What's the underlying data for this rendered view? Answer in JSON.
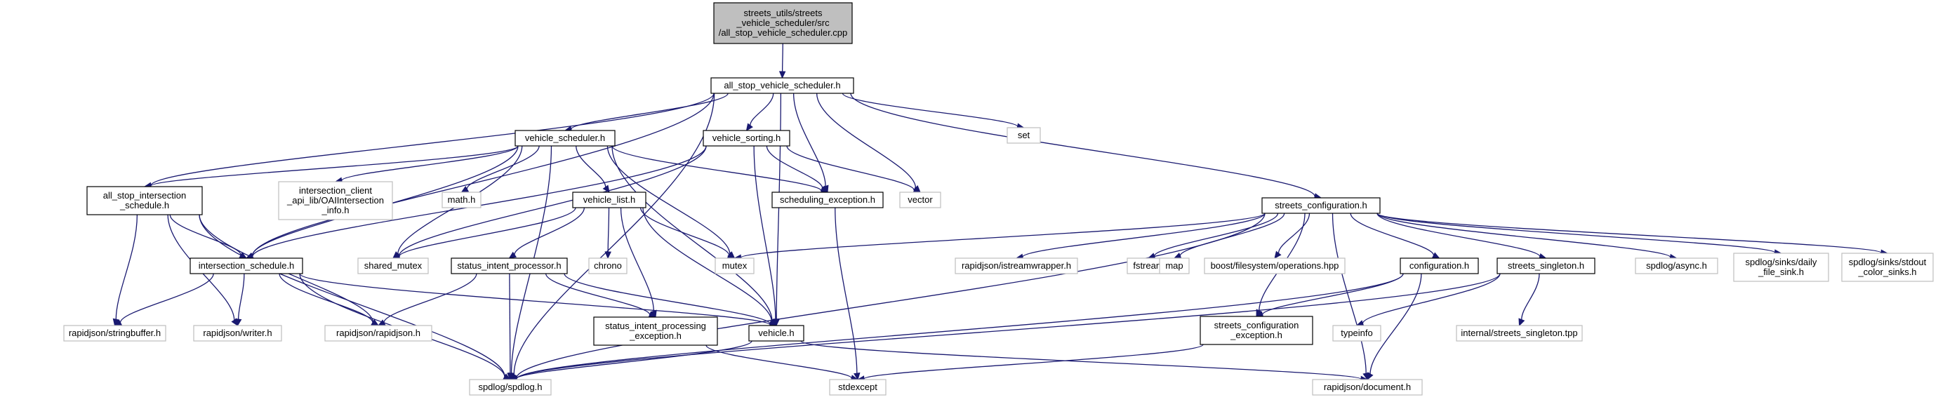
{
  "colors": {
    "edge": "#191970",
    "root_fill": "#bfbfbf",
    "local_border": "#000000",
    "external_border": "#bfbfbf"
  },
  "nodes": [
    {
      "id": "root",
      "kind": "root",
      "lines": [
        "streets_utils/streets",
        "_vehicle_scheduler/src",
        "/all_stop_vehicle_scheduler.cpp"
      ]
    },
    {
      "id": "asvs_h",
      "kind": "local",
      "lines": [
        "all_stop_vehicle_scheduler.h"
      ]
    },
    {
      "id": "set",
      "kind": "external",
      "lines": [
        "set"
      ]
    },
    {
      "id": "vehicle_scheduler_h",
      "kind": "local",
      "lines": [
        "vehicle_scheduler.h"
      ]
    },
    {
      "id": "vehicle_sorting_h",
      "kind": "local",
      "lines": [
        "vehicle_sorting.h"
      ]
    },
    {
      "id": "asis_h",
      "kind": "local",
      "lines": [
        "all_stop_intersection",
        "_schedule.h"
      ]
    },
    {
      "id": "oai",
      "kind": "external",
      "lines": [
        "intersection_client",
        "_api_lib/OAIIntersection",
        "_info.h"
      ]
    },
    {
      "id": "math",
      "kind": "external",
      "lines": [
        "math.h"
      ]
    },
    {
      "id": "vehicle_list_h",
      "kind": "local",
      "lines": [
        "vehicle_list.h"
      ]
    },
    {
      "id": "sched_exc_h",
      "kind": "local",
      "lines": [
        "scheduling_exception.h"
      ]
    },
    {
      "id": "vector",
      "kind": "external",
      "lines": [
        "vector"
      ]
    },
    {
      "id": "streets_config_h",
      "kind": "local",
      "lines": [
        "streets_configuration.h"
      ]
    },
    {
      "id": "is_h",
      "kind": "local",
      "lines": [
        "intersection_schedule.h"
      ]
    },
    {
      "id": "shared_mutex",
      "kind": "external",
      "lines": [
        "shared_mutex"
      ]
    },
    {
      "id": "sip_h",
      "kind": "local",
      "lines": [
        "status_intent_processor.h"
      ]
    },
    {
      "id": "chrono",
      "kind": "external",
      "lines": [
        "chrono"
      ]
    },
    {
      "id": "mutex",
      "kind": "external",
      "lines": [
        "mutex"
      ]
    },
    {
      "id": "istream",
      "kind": "external",
      "lines": [
        "rapidjson/istreamwrapper.h"
      ]
    },
    {
      "id": "fstream",
      "kind": "external",
      "lines": [
        "fstream"
      ]
    },
    {
      "id": "map",
      "kind": "external",
      "lines": [
        "map"
      ]
    },
    {
      "id": "boostfs",
      "kind": "external",
      "lines": [
        "boost/filesystem/operations.hpp"
      ]
    },
    {
      "id": "config_h",
      "kind": "local",
      "lines": [
        "configuration.h"
      ]
    },
    {
      "id": "singleton_h",
      "kind": "local",
      "lines": [
        "streets_singleton.h"
      ]
    },
    {
      "id": "async",
      "kind": "external",
      "lines": [
        "spdlog/async.h"
      ]
    },
    {
      "id": "daily",
      "kind": "external",
      "lines": [
        "spdlog/sinks/daily",
        "_file_sink.h"
      ]
    },
    {
      "id": "stdout",
      "kind": "external",
      "lines": [
        "spdlog/sinks/stdout",
        "_color_sinks.h"
      ]
    },
    {
      "id": "strbuf",
      "kind": "external",
      "lines": [
        "rapidjson/stringbuffer.h"
      ]
    },
    {
      "id": "writer",
      "kind": "external",
      "lines": [
        "rapidjson/writer.h"
      ]
    },
    {
      "id": "rj",
      "kind": "external",
      "lines": [
        "rapidjson/rapidjson.h"
      ]
    },
    {
      "id": "sipe_h",
      "kind": "local",
      "lines": [
        "status_intent_processing",
        "_exception.h"
      ]
    },
    {
      "id": "vehicle_h",
      "kind": "local",
      "lines": [
        "vehicle.h"
      ]
    },
    {
      "id": "sce_h",
      "kind": "local",
      "lines": [
        "streets_configuration",
        "_exception.h"
      ]
    },
    {
      "id": "typeinfo",
      "kind": "external",
      "lines": [
        "typeinfo"
      ]
    },
    {
      "id": "singleton_tpp",
      "kind": "external",
      "lines": [
        "internal/streets_singleton.tpp"
      ]
    },
    {
      "id": "spdlog",
      "kind": "external",
      "lines": [
        "spdlog/spdlog.h"
      ]
    },
    {
      "id": "stdexcept",
      "kind": "external",
      "lines": [
        "stdexcept"
      ]
    },
    {
      "id": "document",
      "kind": "external",
      "lines": [
        "rapidjson/document.h"
      ]
    }
  ],
  "edges": [
    [
      "root",
      "asvs_h"
    ],
    [
      "asvs_h",
      "set"
    ],
    [
      "asvs_h",
      "vehicle_scheduler_h"
    ],
    [
      "asvs_h",
      "vehicle_sorting_h"
    ],
    [
      "asvs_h",
      "asis_h"
    ],
    [
      "asvs_h",
      "is_h"
    ],
    [
      "asvs_h",
      "sched_exc_h"
    ],
    [
      "asvs_h",
      "vector"
    ],
    [
      "asvs_h",
      "streets_config_h"
    ],
    [
      "asvs_h",
      "vehicle_h"
    ],
    [
      "asvs_h",
      "spdlog"
    ],
    [
      "vehicle_scheduler_h",
      "asis_h"
    ],
    [
      "vehicle_scheduler_h",
      "oai"
    ],
    [
      "vehicle_scheduler_h",
      "math"
    ],
    [
      "vehicle_scheduler_h",
      "vehicle_list_h"
    ],
    [
      "vehicle_scheduler_h",
      "sched_exc_h"
    ],
    [
      "vehicle_scheduler_h",
      "is_h"
    ],
    [
      "vehicle_scheduler_h",
      "shared_mutex"
    ],
    [
      "vehicle_scheduler_h",
      "mutex"
    ],
    [
      "vehicle_scheduler_h",
      "vehicle_h"
    ],
    [
      "vehicle_scheduler_h",
      "spdlog"
    ],
    [
      "vehicle_sorting_h",
      "sched_exc_h"
    ],
    [
      "vehicle_sorting_h",
      "vector"
    ],
    [
      "vehicle_sorting_h",
      "is_h"
    ],
    [
      "vehicle_sorting_h",
      "shared_mutex"
    ],
    [
      "vehicle_sorting_h",
      "vehicle_h"
    ],
    [
      "asis_h",
      "is_h"
    ],
    [
      "asis_h",
      "strbuf"
    ],
    [
      "asis_h",
      "writer"
    ],
    [
      "asis_h",
      "rj"
    ],
    [
      "asis_h",
      "spdlog"
    ],
    [
      "vehicle_list_h",
      "sip_h"
    ],
    [
      "vehicle_list_h",
      "chrono"
    ],
    [
      "vehicle_list_h",
      "mutex"
    ],
    [
      "vehicle_list_h",
      "shared_mutex"
    ],
    [
      "vehicle_list_h",
      "sipe_h"
    ],
    [
      "vehicle_list_h",
      "vehicle_h"
    ],
    [
      "sched_exc_h",
      "stdexcept"
    ],
    [
      "streets_config_h",
      "mutex"
    ],
    [
      "streets_config_h",
      "istream"
    ],
    [
      "streets_config_h",
      "fstream"
    ],
    [
      "streets_config_h",
      "map"
    ],
    [
      "streets_config_h",
      "boostfs"
    ],
    [
      "streets_config_h",
      "config_h"
    ],
    [
      "streets_config_h",
      "singleton_h"
    ],
    [
      "streets_config_h",
      "async"
    ],
    [
      "streets_config_h",
      "daily"
    ],
    [
      "streets_config_h",
      "stdout"
    ],
    [
      "streets_config_h",
      "sce_h"
    ],
    [
      "streets_config_h",
      "spdlog"
    ],
    [
      "streets_config_h",
      "document"
    ],
    [
      "is_h",
      "strbuf"
    ],
    [
      "is_h",
      "writer"
    ],
    [
      "is_h",
      "rj"
    ],
    [
      "is_h",
      "vehicle_h"
    ],
    [
      "is_h",
      "spdlog"
    ],
    [
      "sip_h",
      "rj"
    ],
    [
      "sip_h",
      "sipe_h"
    ],
    [
      "sip_h",
      "vehicle_h"
    ],
    [
      "sip_h",
      "spdlog"
    ],
    [
      "sipe_h",
      "stdexcept"
    ],
    [
      "vehicle_h",
      "spdlog"
    ],
    [
      "vehicle_h",
      "document"
    ],
    [
      "config_h",
      "sce_h"
    ],
    [
      "config_h",
      "spdlog"
    ],
    [
      "config_h",
      "document"
    ],
    [
      "singleton_h",
      "typeinfo"
    ],
    [
      "singleton_h",
      "singleton_tpp"
    ],
    [
      "singleton_h",
      "spdlog"
    ],
    [
      "sce_h",
      "stdexcept"
    ]
  ]
}
